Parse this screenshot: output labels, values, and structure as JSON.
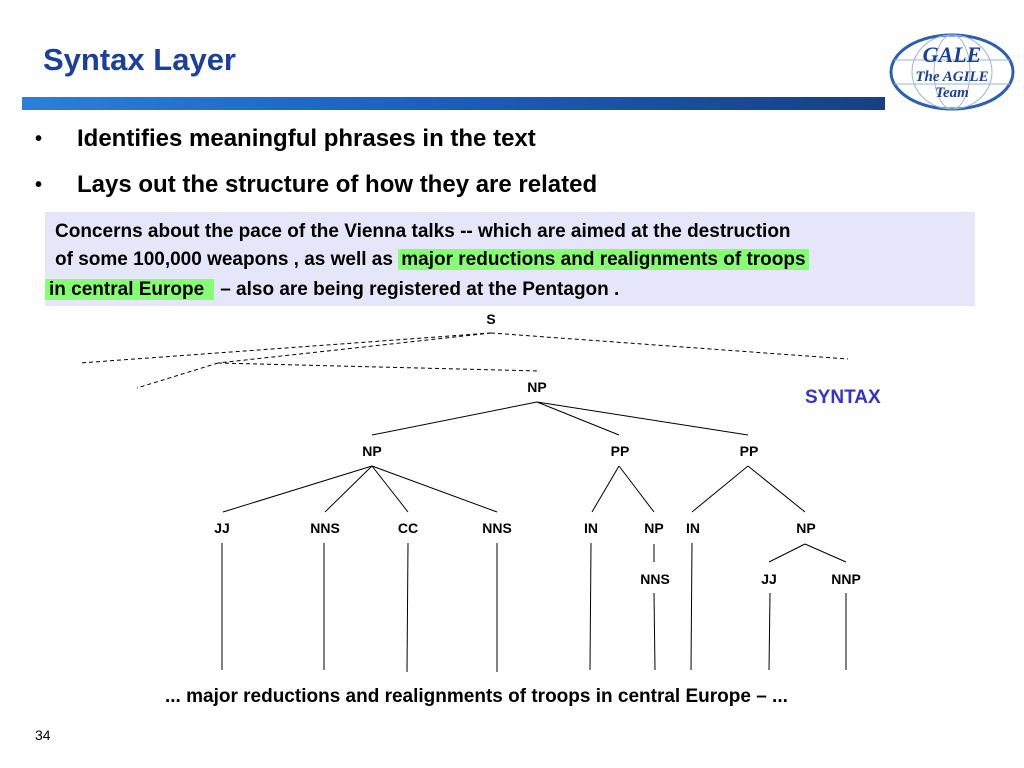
{
  "title": "Syntax Layer",
  "logo": {
    "line1": "GALE",
    "line2": "The AGILE",
    "line3": "Team"
  },
  "bullets": [
    {
      "text": "Identifies meaningful phrases in the text"
    },
    {
      "text": "Lays out the structure of how they are related"
    }
  ],
  "quote": {
    "line1": "Concerns about the pace of the Vienna talks -- which are aimed at the destruction",
    "line2_pre": "of some 100,000 weapons , as well as ",
    "line2_highlight": "major reductions and realignments of troops",
    "line3_highlight": "in central Europe",
    "line3_post": "– also are being registered at the Pentagon ."
  },
  "tree": {
    "root": "S",
    "np_top": "NP",
    "np": "NP",
    "pp1": "PP",
    "pp2": "PP",
    "jj1": "JJ",
    "nns1": "NNS",
    "cc": "CC",
    "nns2": "NNS",
    "in1": "IN",
    "np2": "NP",
    "in2": "IN",
    "np3": "NP",
    "nns3": "NNS",
    "jj2": "JJ",
    "nnp": "NNP"
  },
  "syntax_label": "SYNTAX",
  "phrase": "... major reductions and realignments of troops in central Europe – ...",
  "page_number": "34",
  "colors": {
    "title": "#1a3f9c",
    "highlight": "#86ff73",
    "quote_bg": "#e6e6fa",
    "syntax": "#3333cc"
  }
}
